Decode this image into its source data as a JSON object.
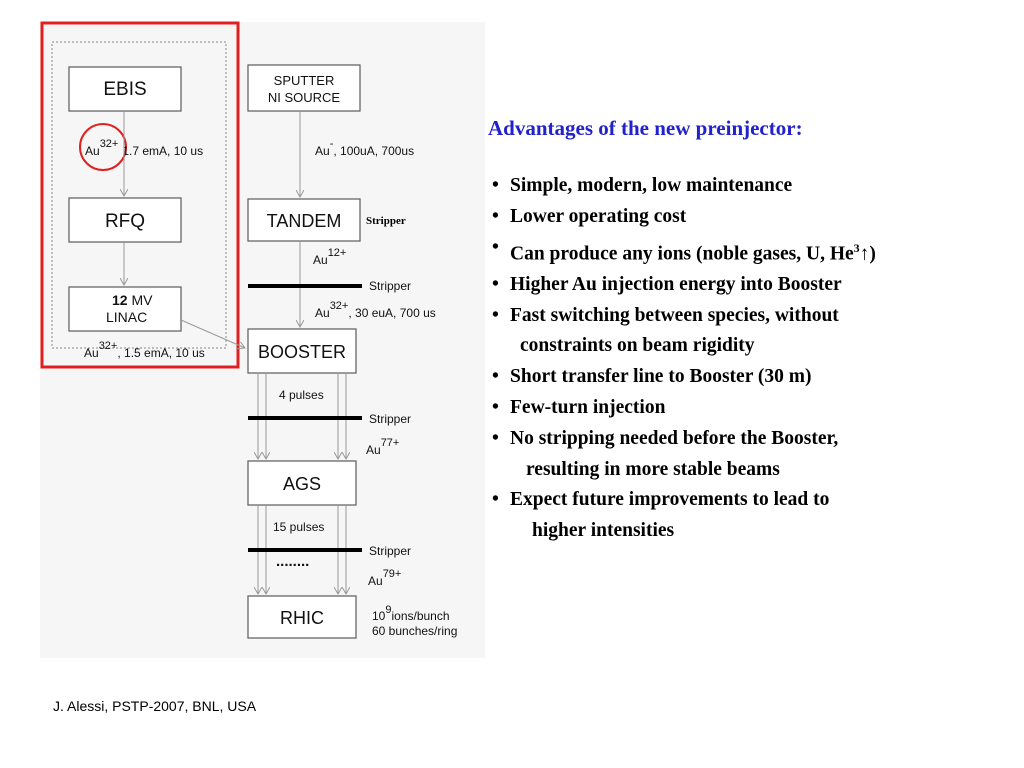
{
  "diagram": {
    "boxes": {
      "ebis": "EBIS",
      "rfq": "RFQ",
      "linac_l1_num": "12",
      "linac_l1_unit": " MV",
      "linac_l2": "LINAC",
      "sputter_l1": "SPUTTER",
      "sputter_l2": "NI SOURCE",
      "tandem": "TANDEM",
      "booster": "BOOSTER",
      "ags": "AGS",
      "rhic": "RHIC"
    },
    "labels": {
      "ebis_beam_sym": "Au",
      "ebis_beam_sup": "32+",
      "ebis_beam_rest": "1.7 emA, 10 us",
      "linac_beam_sym": "Au",
      "linac_beam_sup": "32+",
      "linac_beam_rest": ", 1.5 emA, 10 us",
      "sputter_beam_sym": "Au",
      "sputter_beam_sup": "-",
      "sputter_beam_rest": ", 100uA, 700us",
      "tandem_stripper": "Stripper",
      "tandem_out_sym": "Au",
      "tandem_out_sup": "12+",
      "stripper1": "Stripper",
      "tandem_beam_sym": "Au",
      "tandem_beam_sup": "32+",
      "tandem_beam_rest": ", 30 euA, 700 us",
      "pulses_booster": "4 pulses",
      "stripper2": "Stripper",
      "booster_out_sym": "Au",
      "booster_out_sup": "77+",
      "pulses_ags": "15 pulses",
      "dots": "........",
      "stripper3": "Stripper",
      "ags_out_sym": "Au",
      "ags_out_sup": "79+",
      "rhic_l1_base": "10",
      "rhic_l1_sup": "9",
      "rhic_l1_rest": "ions/bunch",
      "rhic_l2": "60 bunches/ring"
    }
  },
  "advantages": {
    "title": "Advantages of the new preinjector:",
    "bullet_char": "•",
    "items": [
      {
        "text": "Simple, modern, low maintenance"
      },
      {
        "text": "Lower operating cost"
      },
      {
        "pre": "Can produce any ions (noble gases, U, He",
        "sup": "3",
        "arrow": "↑",
        "post": ")"
      },
      {
        "text": "Higher Au injection energy into Booster"
      },
      {
        "text": "Fast switching between species, without",
        "cont": "constraints on beam rigidity"
      },
      {
        "text": "Short transfer line to Booster (30 m)"
      },
      {
        "text": "Few-turn injection"
      },
      {
        "text": "No stripping needed before the Booster,",
        "cont": "resulting in more stable beams"
      },
      {
        "text": "Expect future improvements to lead to",
        "cont": "higher intensities"
      }
    ]
  },
  "footer": "J. Alessi, PSTP-2007, BNL, USA",
  "colors": {
    "highlight": "#e02020",
    "title": "#2222cc",
    "box_stroke": "#666666",
    "arrow": "#999999",
    "stripper_bar": "#000000"
  }
}
